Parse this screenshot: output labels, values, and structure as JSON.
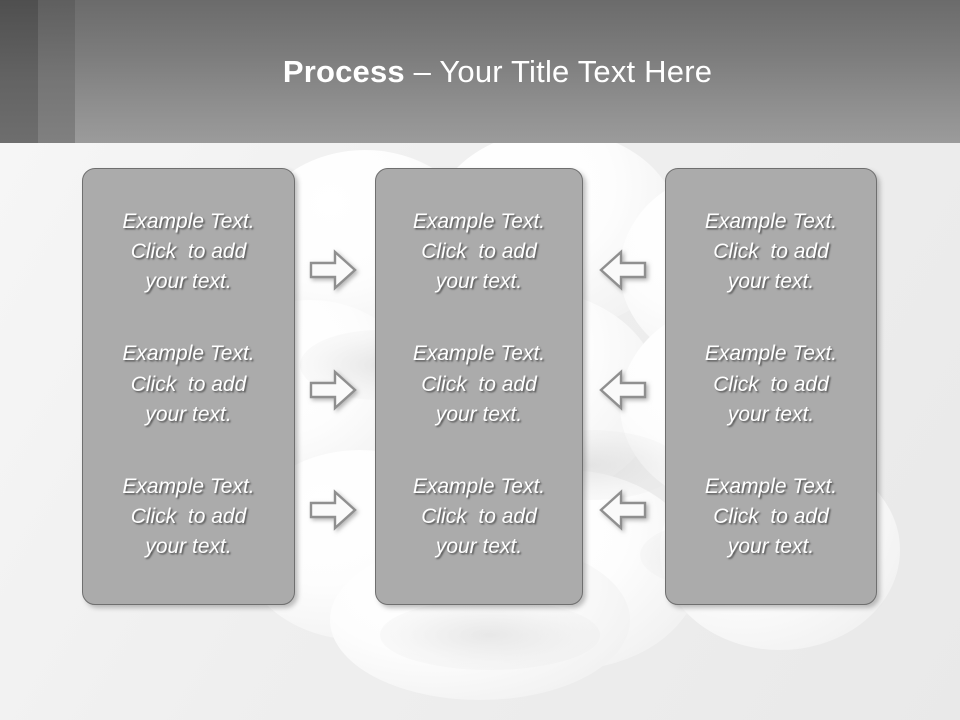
{
  "slide": {
    "title": {
      "strong": "Process",
      "rest": " – Your Title Text Here"
    }
  },
  "theme": {
    "header_top": "#6b6b6b",
    "header_bottom": "#9b9b9b",
    "strip_dark": "#4f4f4f",
    "strip_mid": "#5f5f5f",
    "box_fill": "#ababab",
    "box_border": "#6f6f6f",
    "text_color": "#ffffff",
    "background": "#f0f0f0",
    "arrow_fill": "#fafafa",
    "arrow_stroke": "#8f8f8f"
  },
  "columns": [
    {
      "id": "column-1",
      "blocks": [
        {
          "line1": "Example Text.",
          "line2": "Click  to add",
          "line3": "your text."
        },
        {
          "line1": "Example Text.",
          "line2": "Click  to add",
          "line3": "your text."
        },
        {
          "line1": "Example Text.",
          "line2": "Click  to add",
          "line3": "your text."
        }
      ]
    },
    {
      "id": "column-2",
      "blocks": [
        {
          "line1": "Example Text.",
          "line2": "Click  to add",
          "line3": "your text."
        },
        {
          "line1": "Example Text.",
          "line2": "Click  to add",
          "line3": "your text."
        },
        {
          "line1": "Example Text.",
          "line2": "Click  to add",
          "line3": "your text."
        }
      ]
    },
    {
      "id": "column-3",
      "blocks": [
        {
          "line1": "Example Text.",
          "line2": "Click  to add",
          "line3": "your text."
        },
        {
          "line1": "Example Text.",
          "line2": "Click  to add",
          "line3": "your text."
        },
        {
          "line1": "Example Text.",
          "line2": "Click  to add",
          "line3": "your text."
        }
      ]
    }
  ],
  "connectors": {
    "left_group_icon": "arrow-right-icon",
    "right_group_icon": "arrow-left-icon",
    "rows": 3
  }
}
